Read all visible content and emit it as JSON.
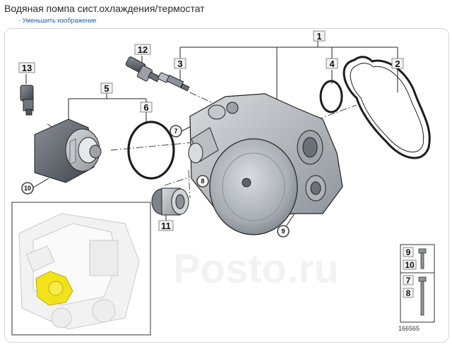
{
  "page": {
    "title": "Водяная помпа сист.охлаждения/термостат",
    "shrink_link": "- Уменьшить изображение"
  },
  "diagram": {
    "callouts_boxed": [
      "1",
      "2",
      "3",
      "4",
      "5",
      "6",
      "11",
      "12",
      "13"
    ],
    "callouts_circled": [
      "7",
      "8",
      "9",
      "10"
    ],
    "legend": [
      "9",
      "10",
      "7",
      "8"
    ],
    "diagram_id": "166565",
    "watermark": "Posto.ru",
    "colors": {
      "highlight": "#f2e21a",
      "line": "#222222",
      "metal_light": "#c9cdd1",
      "metal_dark": "#6f757b"
    }
  }
}
